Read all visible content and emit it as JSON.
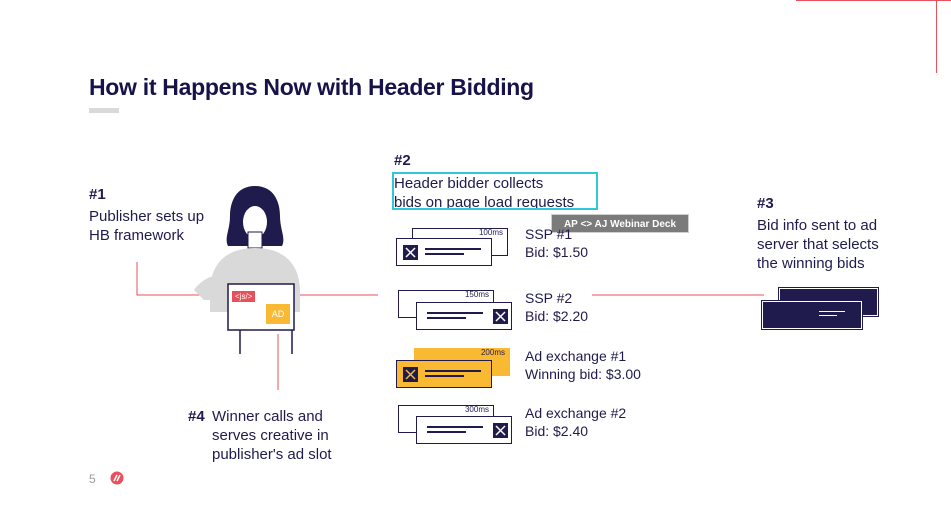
{
  "title": "How it Happens Now with Header Bidding",
  "colors": {
    "navy": "#1f1b4d",
    "red": "#e8505b",
    "gold": "#f9b933",
    "grey": "#d9d9d9",
    "highlight": "#32c6d9"
  },
  "step1": {
    "num": "#1",
    "lines": [
      "Publisher sets up",
      "HB framework"
    ]
  },
  "step2": {
    "num": "#2",
    "lines": [
      "Header bidder collects",
      "bids on page load requests"
    ]
  },
  "step3": {
    "num": "#3",
    "lines": [
      "Bid info sent to ad",
      "server that selects",
      "the winning bids"
    ]
  },
  "step4": {
    "num": "#4",
    "lines": [
      "Winner calls and",
      "serves creative in",
      "publisher's ad slot"
    ]
  },
  "bids": [
    {
      "time": "100ms",
      "name": "SSP #1",
      "bid": "Bid: $1.50"
    },
    {
      "time": "150ms",
      "name": "SSP #2",
      "bid": "Bid: $2.20"
    },
    {
      "time": "200ms",
      "name": "Ad exchange #1",
      "bid": "Winning bid: $3.00"
    },
    {
      "time": "300ms",
      "name": "Ad exchange #2",
      "bid": "Bid: $2.40"
    }
  ],
  "laptop": {
    "code_tag": "<js/>",
    "ad_label": "AD"
  },
  "tooltip": "AP <> AJ Webinar Deck",
  "page_number": "5",
  "icons": {
    "logo": "brand-logo-icon",
    "close": "x-icon"
  }
}
